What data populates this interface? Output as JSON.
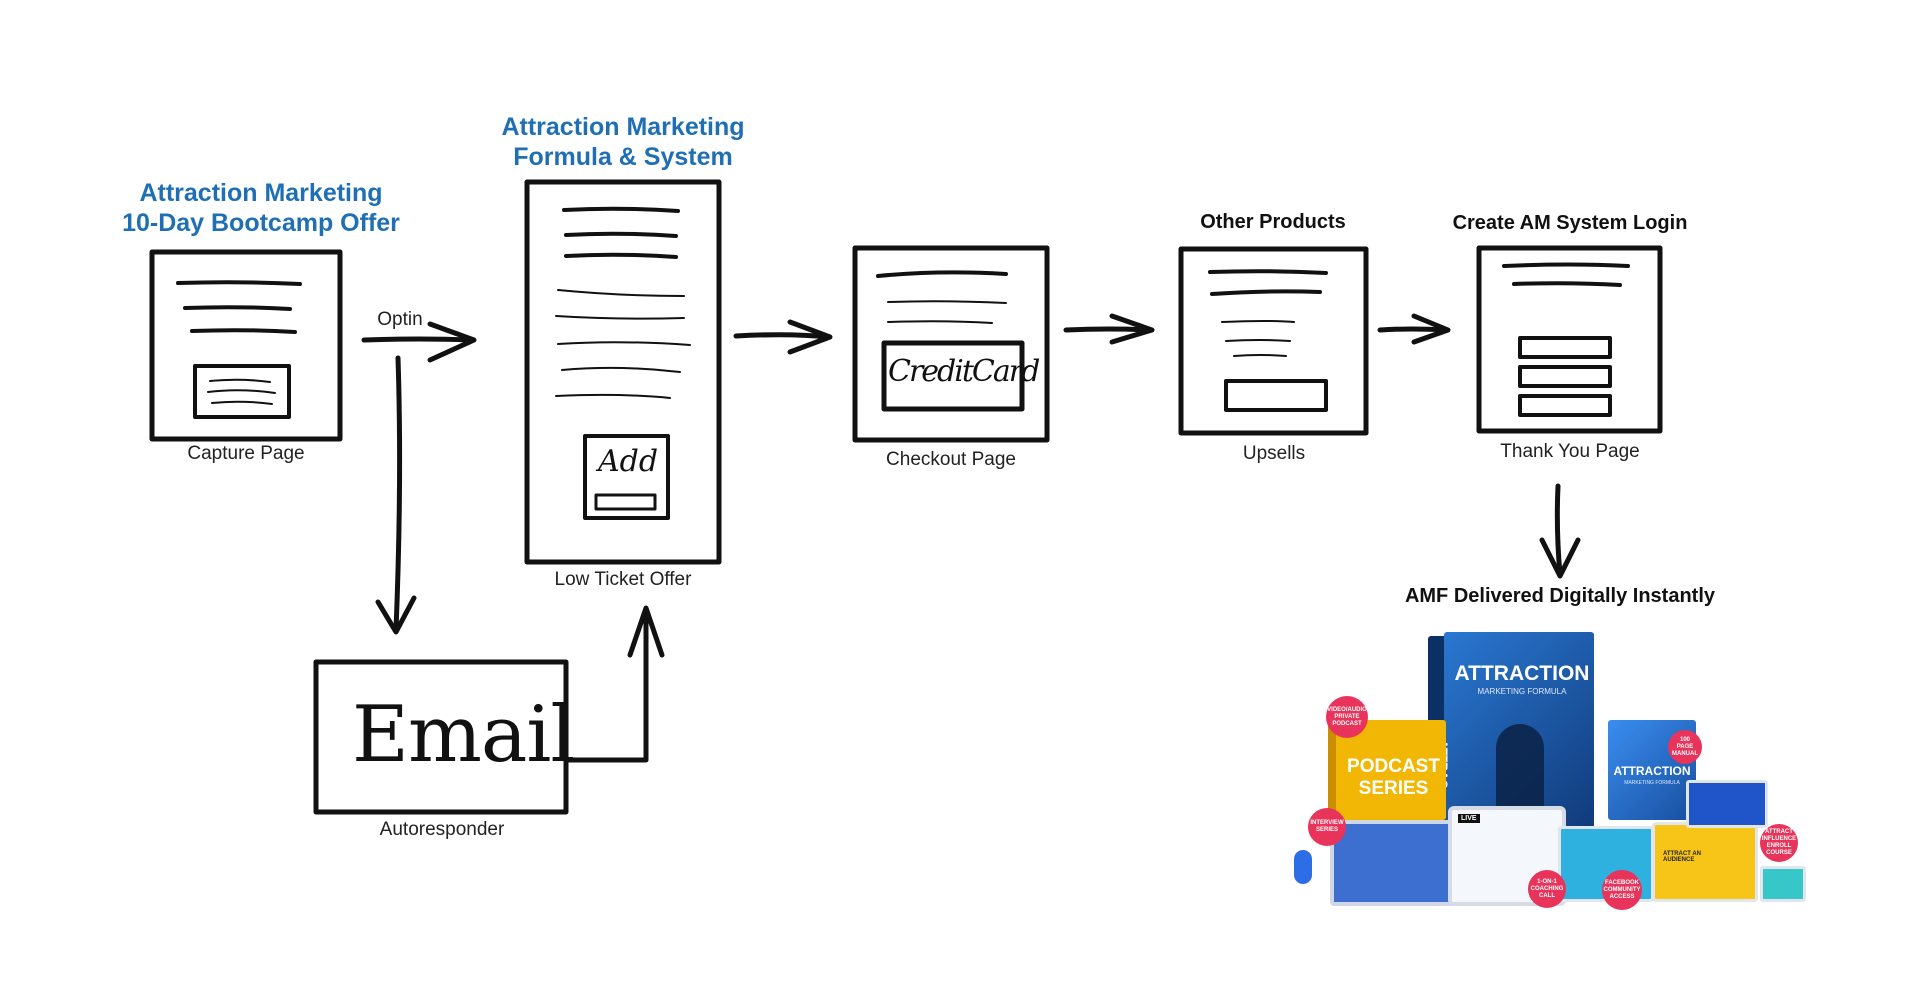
{
  "titles": {
    "capture": "Attraction Marketing\n10-Day Bootcamp Offer",
    "low_ticket": "Attraction Marketing\nFormula  & System",
    "other_products": "Other Products",
    "create_login": "Create AM System Login",
    "delivered": "AMF Delivered Digitally Instantly"
  },
  "captions": {
    "capture": "Capture Page",
    "low_ticket": "Low Ticket Offer",
    "checkout": "Checkout Page",
    "upsells": "Upsells",
    "thank_you": "Thank You Page",
    "autoresponder": "Autoresponder"
  },
  "sketch_labels": {
    "optin": "Optin",
    "add": "Add",
    "credit_card": "CreditCard",
    "email": "Email"
  },
  "product": {
    "box_brand": "ATTRACTION",
    "box_sub": "MARKETING FORMULA",
    "box_side": "ATTRAC",
    "podcast": "PODCAST\nSERIES",
    "book_title": "ATTRACTION",
    "book_sub": "MARKETING FORMULA",
    "live": "LIVE",
    "audience": "ATTRACT AN AUDIENCE",
    "badges": {
      "video_audio": "VIDEO/AUDIO\nPRIVATE\nPODCAST",
      "interview": "INTERVIEW\nSERIES",
      "coaching": "1-ON-1\nCOACHING\nCALL",
      "community": "FACEBOOK\nCOMMUNITY\nACCESS",
      "manual": "100\nPAGE\nMANUAL",
      "course": "ATTRACT\nINFLUENCE\nENROLL\nCOURSE"
    }
  },
  "colors": {
    "title_blue": "#1f6fb5",
    "stroke": "#111111",
    "badge_pink": "#e8335a",
    "box_blue": "#1d5fb0",
    "podcast_yellow": "#f2b705"
  }
}
